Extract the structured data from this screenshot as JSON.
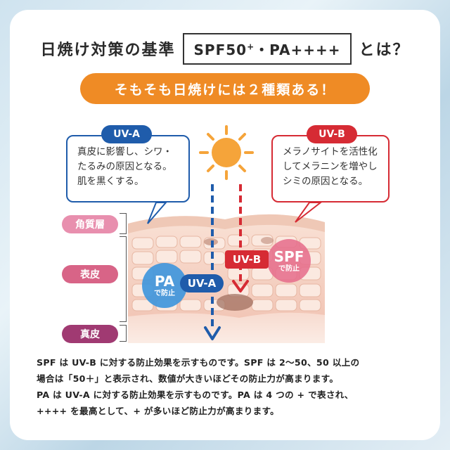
{
  "title": {
    "prefix": "日焼け対策の基準",
    "box_main": "SPF50",
    "box_sup": "+",
    "box_rest": "・PA++++",
    "suffix": "とは？"
  },
  "banner": "そもそも日焼けには２種類ある！",
  "uva": {
    "label": "UV-A",
    "lines": [
      "真皮に影響し、シワ・",
      "たるみの原因となる。",
      "肌を黒くする。"
    ],
    "ray_tag": "UV-A",
    "protection": {
      "big": "PA",
      "small": "で防止"
    },
    "color": "#1f5cab"
  },
  "uvb": {
    "label": "UV-B",
    "lines": [
      "メラノサイトを活性化",
      "してメラニンを増やし",
      "シミの原因となる。"
    ],
    "ray_tag": "UV-B",
    "protection": {
      "big": "SPF",
      "small": "で防止"
    },
    "color": "#d62b34"
  },
  "layers": {
    "stratum_corneum": "角質層",
    "epidermis": "表皮",
    "dermis": "真皮"
  },
  "body_lines": [
    "SPF は UV-B に対する防止効果を示すものです。SPF は 2～50、50 以上の",
    "場合は「50＋」と表示され、数値が大きいほどその防止力が高まります。",
    "PA は UV-A に対する防止効果を示すものです。PA は 4 つの + で表され、",
    "++++ を最高として、+ が多いほど防止力が高まります。"
  ],
  "colors": {
    "accent_orange": "#ef8b25",
    "sun": "#f5a43a",
    "skin": "#f6d6c8"
  }
}
